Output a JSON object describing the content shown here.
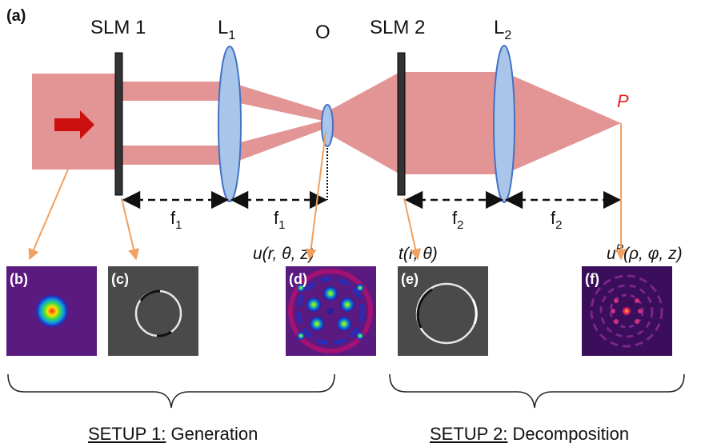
{
  "panel_labels": {
    "a": "(a)",
    "b": "(b)",
    "c": "(c)",
    "d": "(d)",
    "e": "(e)",
    "f": "(f)"
  },
  "components": {
    "slm1": "SLM 1",
    "l1": "L",
    "l1_sub": "1",
    "object": "O",
    "slm2": "SLM 2",
    "l2": "L",
    "l2_sub": "2",
    "focal_point": "P"
  },
  "distances": {
    "f": "f",
    "sub1": "1",
    "sub2": "2"
  },
  "field_labels": {
    "u_main": "u(r, θ, z)",
    "t_main": "t(r, θ)",
    "up_u": "u",
    "up_sup": "P",
    "up_rest": "(ρ, φ, z)"
  },
  "setups": {
    "setup1_prefix": "SETUP 1:",
    "setup1_name": " Generation",
    "setup2_prefix": "SETUP 2:",
    "setup2_name": " Decomposition"
  },
  "colors": {
    "beam": "#e08a8a",
    "arrow": "#cc1010",
    "lens_fill": "#a9c6ea",
    "lens_stroke": "#4472c4",
    "pointer": "#f0a060",
    "p_label": "#e02020"
  }
}
